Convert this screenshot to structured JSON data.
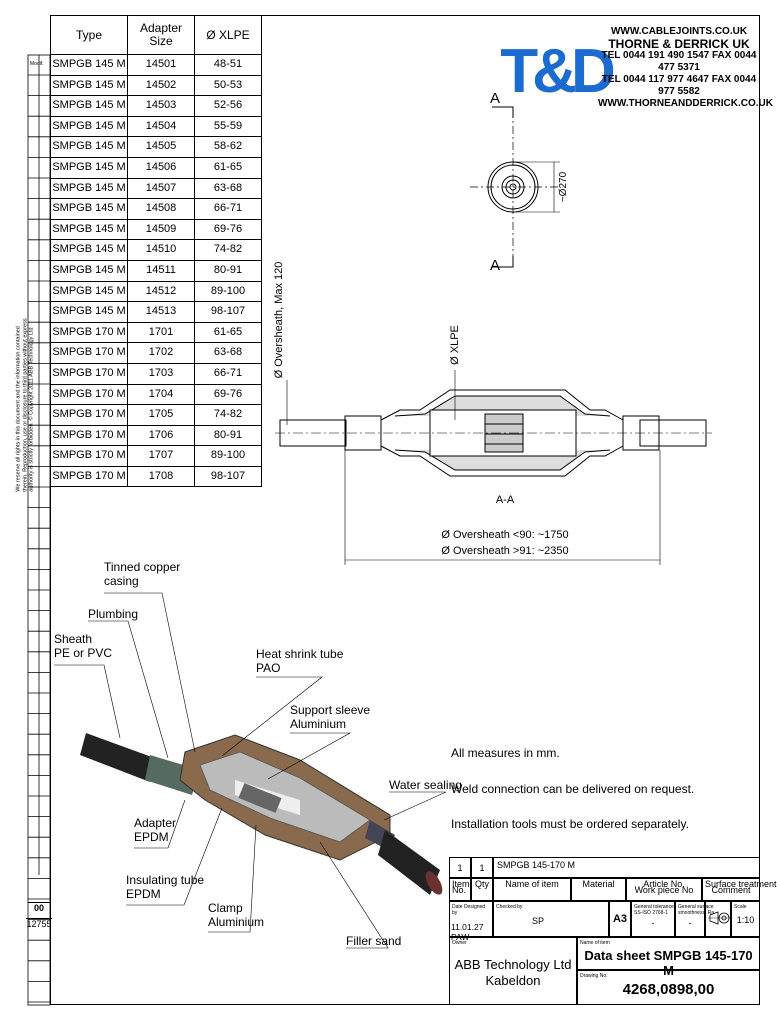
{
  "company": {
    "url1": "WWW.CABLEJOINTS.CO.UK",
    "name": "THORNE & DERRICK UK",
    "tel1": "TEL 0044 191 490 1547  FAX 0044 477 5371",
    "tel2": "TEL 0044 117 977 4647  FAX 0044 977 5582",
    "url2": "WWW.THORNEANDDERRICK.CO.UK",
    "logo_text": "T&D",
    "logo_color": "#1c6bd1"
  },
  "table": {
    "headers": [
      "Type",
      "Adapter Size",
      "Ø XLPE"
    ],
    "rows": [
      [
        "SMPGB 145 M",
        "14501",
        "48-51"
      ],
      [
        "SMPGB 145 M",
        "14502",
        "50-53"
      ],
      [
        "SMPGB 145 M",
        "14503",
        "52-56"
      ],
      [
        "SMPGB 145 M",
        "14504",
        "55-59"
      ],
      [
        "SMPGB 145 M",
        "14505",
        "58-62"
      ],
      [
        "SMPGB 145 M",
        "14506",
        "61-65"
      ],
      [
        "SMPGB 145 M",
        "14507",
        "63-68"
      ],
      [
        "SMPGB 145 M",
        "14508",
        "66-71"
      ],
      [
        "SMPGB 145 M",
        "14509",
        "69-76"
      ],
      [
        "SMPGB 145 M",
        "14510",
        "74-82"
      ],
      [
        "SMPGB 145 M",
        "14511",
        "80-91"
      ],
      [
        "SMPGB 145 M",
        "14512",
        "89-100"
      ],
      [
        "SMPGB 145 M",
        "14513",
        "98-107"
      ],
      [
        "SMPGB 170 M",
        "1701",
        "61-65"
      ],
      [
        "SMPGB 170 M",
        "1702",
        "63-68"
      ],
      [
        "SMPGB 170 M",
        "1703",
        "66-71"
      ],
      [
        "SMPGB 170 M",
        "1704",
        "69-76"
      ],
      [
        "SMPGB 170 M",
        "1705",
        "74-82"
      ],
      [
        "SMPGB 170 M",
        "1706",
        "80-91"
      ],
      [
        "SMPGB 170 M",
        "1707",
        "89-100"
      ],
      [
        "SMPGB 170 M",
        "1708",
        "98-107"
      ]
    ]
  },
  "modif_label": "Modif.",
  "drawing": {
    "section_mark": "A",
    "section_label": "A-A",
    "dia270": "~Ø270",
    "oversheath_max": "Ø Oversheath, Max 120",
    "xlpe": "Ø XLPE",
    "len1": "Ø Oversheath <90: ~1750",
    "len2": "Ø Oversheath >91: ~2350"
  },
  "labels": {
    "tinned": "Tinned copper\ncasing",
    "plumbing": "Plumbing",
    "sheath": "Sheath\nPE or PVC",
    "heatshrink": "Heat shrink tube\nPAO",
    "support": "Support sleeve\nAluminium",
    "water": "Water sealing",
    "adapter": "Adapter\nEPDM",
    "insulating": "Insulating tube\nEPDM",
    "clamp": "Clamp\nAluminium",
    "filler": "Filler sand"
  },
  "notes": [
    "All measures in mm.",
    "Weld connection can be delivered on request.",
    "Installation tools must be ordered separately."
  ],
  "titleblock": {
    "qty1": "1",
    "qty2": "1",
    "item_name": "SMPGB 145-170 M",
    "h_itemno": "Item No.",
    "h_qty": "Qty",
    "h_name": "Name of item",
    "h_material": "Material",
    "h_article": "Article No.\nWork piece No",
    "h_surface": "Surface treatment\nComment",
    "h_date": "Date Designed by",
    "h_checked": "Checked by",
    "h_tol": "General tolerance\nSS-ISO 2768-1",
    "h_smooth": "General surface\nsmoothness, Ra",
    "h_scale": "Scale",
    "date": "11.01.27 PAW",
    "checked": "SP",
    "size": "A3",
    "tol_val": "-",
    "smooth_val": "-",
    "scale": "1:10",
    "h_owner": "Owner",
    "owner": "ABB Technology Ltd\nKabeldon",
    "h_nameof": "Name of item",
    "title": "Data sheet SMPGB 145-170 M",
    "h_drawing": "Drawing No.",
    "drawing_no": "4268,0898,00"
  },
  "left_strip": {
    "rev": "00",
    "num": "12755"
  },
  "disclaimer": "We reserve all rights in this document and the information contained therein. Reproduction, use or disclosure to third parties without express authority is strictly forbidden. © Copyright 2011 ABB Technology Ltd"
}
